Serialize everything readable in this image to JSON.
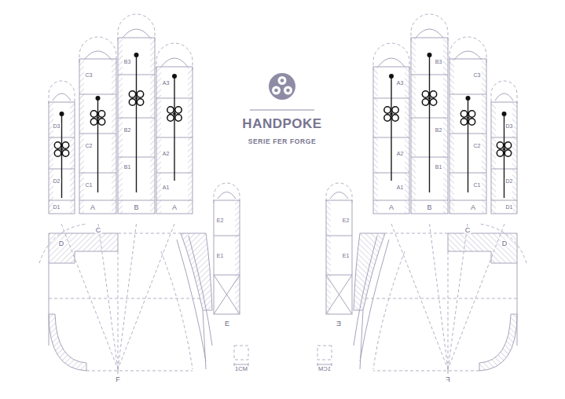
{
  "diagram": {
    "title": "HANDPOKE",
    "caption": "SERIE FER FORGE",
    "labels": [
      "B3",
      "C3",
      "A3",
      "D3",
      "B2",
      "C2",
      "A2",
      "B1",
      "D2",
      "C1",
      "A1",
      "D1",
      "A",
      "B",
      "A",
      "E2",
      "C",
      "D",
      "E1",
      "E",
      "1CM",
      "F",
      "B3",
      "C3",
      "A3",
      "D3",
      "B2",
      "C2",
      "A2",
      "B1",
      "D2",
      "C1",
      "A1",
      "D1",
      "A",
      "B",
      "A",
      "E2",
      "C",
      "D",
      "E1",
      "E",
      "1CM",
      "F"
    ]
  }
}
